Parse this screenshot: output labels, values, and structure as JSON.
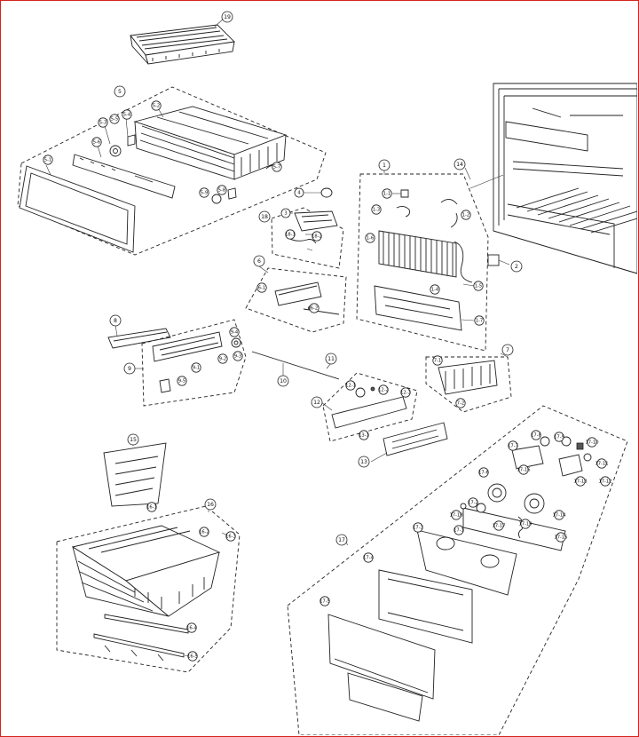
{
  "frame_color": "#d4231c",
  "callouts": [
    {
      "id": "c1",
      "label": "1"
    },
    {
      "id": "c2",
      "label": "2"
    },
    {
      "id": "c3",
      "label": "3"
    },
    {
      "id": "c4",
      "label": "4"
    },
    {
      "id": "c5",
      "label": "5"
    },
    {
      "id": "c6",
      "label": "6"
    },
    {
      "id": "c7",
      "label": "7"
    },
    {
      "id": "c8",
      "label": "8"
    },
    {
      "id": "c9",
      "label": "9"
    },
    {
      "id": "c10",
      "label": "10"
    },
    {
      "id": "c11",
      "label": "11"
    },
    {
      "id": "c12",
      "label": "12"
    },
    {
      "id": "c13",
      "label": "13"
    },
    {
      "id": "c14",
      "label": "14"
    },
    {
      "id": "c15",
      "label": "15"
    },
    {
      "id": "c16",
      "label": "16"
    },
    {
      "id": "c17",
      "label": "17"
    },
    {
      "id": "c18",
      "label": "18"
    },
    {
      "id": "c19",
      "label": "19"
    },
    {
      "id": "s5a",
      "label": "5-1"
    },
    {
      "id": "s5b",
      "label": "5-2"
    },
    {
      "id": "s5c",
      "label": "5-3"
    },
    {
      "id": "s5d",
      "label": "5-4"
    },
    {
      "id": "s5e",
      "label": "5-5"
    },
    {
      "id": "s5f",
      "label": "5-6"
    },
    {
      "id": "s5g",
      "label": "5-7"
    },
    {
      "id": "s5h",
      "label": "5-8"
    },
    {
      "id": "s5i",
      "label": "5-9"
    },
    {
      "id": "s1a",
      "label": "1-1"
    },
    {
      "id": "s1b",
      "label": "1-2"
    },
    {
      "id": "s1c",
      "label": "1-3"
    },
    {
      "id": "s1d",
      "label": "1-4"
    },
    {
      "id": "s1e",
      "label": "1-5"
    },
    {
      "id": "s1f",
      "label": "1-6"
    },
    {
      "id": "s1g",
      "label": "1-7"
    },
    {
      "id": "s18a",
      "label": "18-1"
    },
    {
      "id": "s18b",
      "label": "18-2"
    },
    {
      "id": "s6a",
      "label": "6-1"
    },
    {
      "id": "s6b",
      "label": "6-2"
    },
    {
      "id": "s9a",
      "label": "9-1"
    },
    {
      "id": "s9b",
      "label": "9-2"
    },
    {
      "id": "s9c",
      "label": "9-3"
    },
    {
      "id": "s9d",
      "label": "9-4"
    },
    {
      "id": "s9e",
      "label": "9-5"
    },
    {
      "id": "s7a",
      "label": "7-1"
    },
    {
      "id": "s7b",
      "label": "7-2"
    },
    {
      "id": "s12a",
      "label": "12-1"
    },
    {
      "id": "s12b",
      "label": "12-2"
    },
    {
      "id": "s12c",
      "label": "12-3"
    },
    {
      "id": "s13a",
      "label": "13-1"
    },
    {
      "id": "s16a",
      "label": "16-1"
    },
    {
      "id": "s16b",
      "label": "16-2"
    },
    {
      "id": "s16c",
      "label": "16-3"
    },
    {
      "id": "s16d",
      "label": "16-4"
    },
    {
      "id": "s16e",
      "label": "16-5"
    },
    {
      "id": "s17a",
      "label": "17-1"
    },
    {
      "id": "s17b",
      "label": "17-2"
    },
    {
      "id": "s17c",
      "label": "17-3"
    },
    {
      "id": "s17d",
      "label": "17-4"
    },
    {
      "id": "s17e",
      "label": "17-5"
    },
    {
      "id": "s17f",
      "label": "17-6"
    },
    {
      "id": "s17g",
      "label": "17-7"
    },
    {
      "id": "s17h",
      "label": "17-8"
    },
    {
      "id": "s17i",
      "label": "17-9"
    },
    {
      "id": "s17j",
      "label": "17-10"
    },
    {
      "id": "s17k",
      "label": "17-11"
    },
    {
      "id": "s17l",
      "label": "17-12"
    },
    {
      "id": "s17m",
      "label": "17-13"
    },
    {
      "id": "s17n",
      "label": "17-14"
    },
    {
      "id": "s17o",
      "label": "17-15"
    },
    {
      "id": "s17p",
      "label": "17-16"
    },
    {
      "id": "s17q",
      "label": "17-17"
    },
    {
      "id": "s17r",
      "label": "17-18"
    },
    {
      "id": "s17s",
      "label": "17-19"
    }
  ]
}
